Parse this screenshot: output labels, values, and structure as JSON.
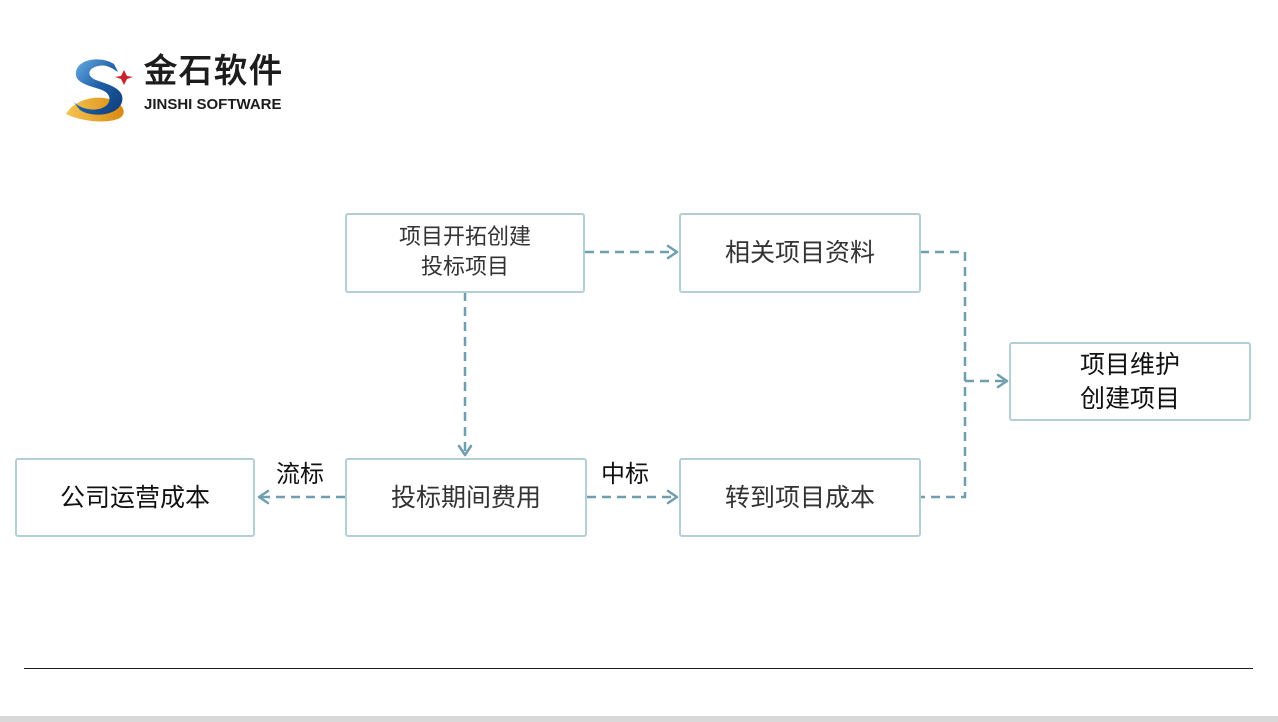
{
  "logo": {
    "name_cn": "金石软件",
    "name_en": "JINSHI SOFTWARE",
    "icon": "jinshi-s-swoosh-logo",
    "colors": {
      "blue": "#1f5fa8",
      "gold": "#e9a21b",
      "red": "#c8242b"
    }
  },
  "diagram": {
    "nodes": {
      "create_project": {
        "line1": "项目开拓创建",
        "line2": "投标项目"
      },
      "related_docs": {
        "text": "相关项目资料"
      },
      "maintain_project": {
        "line1": "项目维护",
        "line2": "创建项目"
      },
      "company_cost": {
        "text": "公司运营成本"
      },
      "bid_expenses": {
        "text": "投标期间费用"
      },
      "project_cost": {
        "text": "转到项目成本"
      }
    },
    "edge_labels": {
      "lost_bid": "流标",
      "won_bid": "中标"
    },
    "colors": {
      "node_border": "#b3cfd6",
      "connector": "#6f9fae",
      "node_text": "#333333"
    }
  }
}
